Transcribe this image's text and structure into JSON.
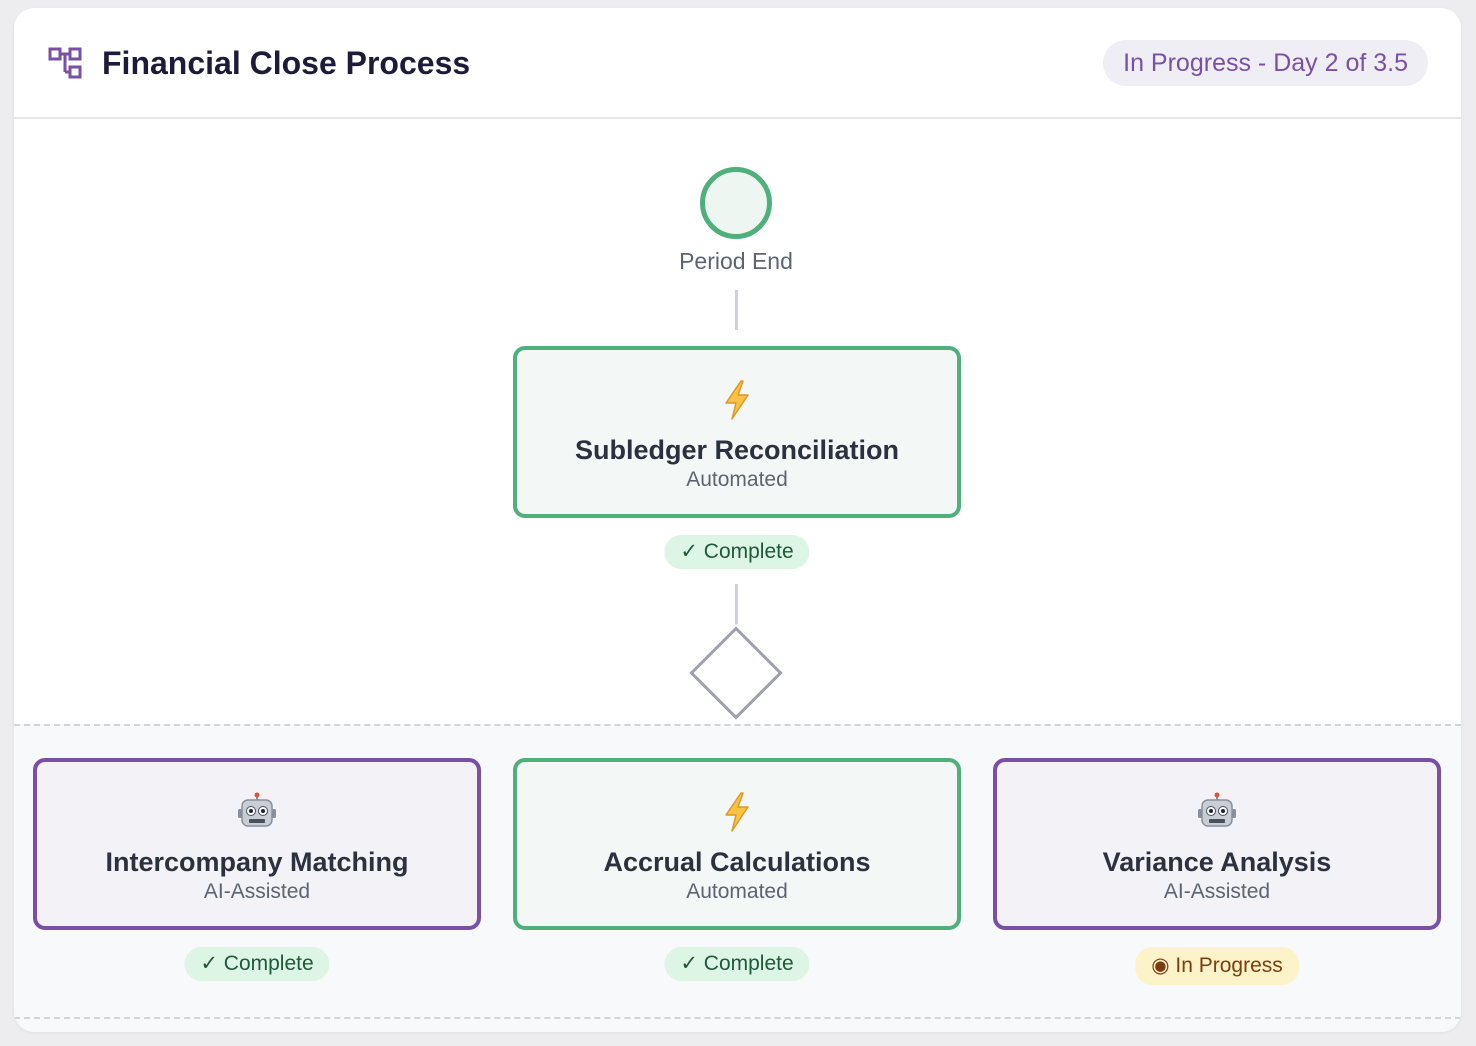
{
  "header": {
    "title": "Financial Close Process",
    "badge": "In Progress - Day 2 of 3.5"
  },
  "start_event": {
    "label": "Period End"
  },
  "nodes": {
    "subledger": {
      "title": "Subledger Reconciliation",
      "type": "Automated",
      "icon": "lightning-icon",
      "status": "✓ Complete"
    },
    "intercompany": {
      "title": "Intercompany Matching",
      "type": "AI-Assisted",
      "icon": "robot-icon",
      "status": "✓ Complete"
    },
    "accrual": {
      "title": "Accrual Calculations",
      "type": "Automated",
      "icon": "lightning-icon",
      "status": "✓ Complete"
    },
    "variance": {
      "title": "Variance Analysis",
      "type": "AI-Assisted",
      "icon": "robot-icon",
      "status": "◉ In Progress"
    }
  },
  "colors": {
    "automated": "#4fb07c",
    "ai_assisted": "#7a4fa6",
    "complete_bg": "#dcf5e5",
    "in_progress_bg": "#fdf3c8"
  }
}
